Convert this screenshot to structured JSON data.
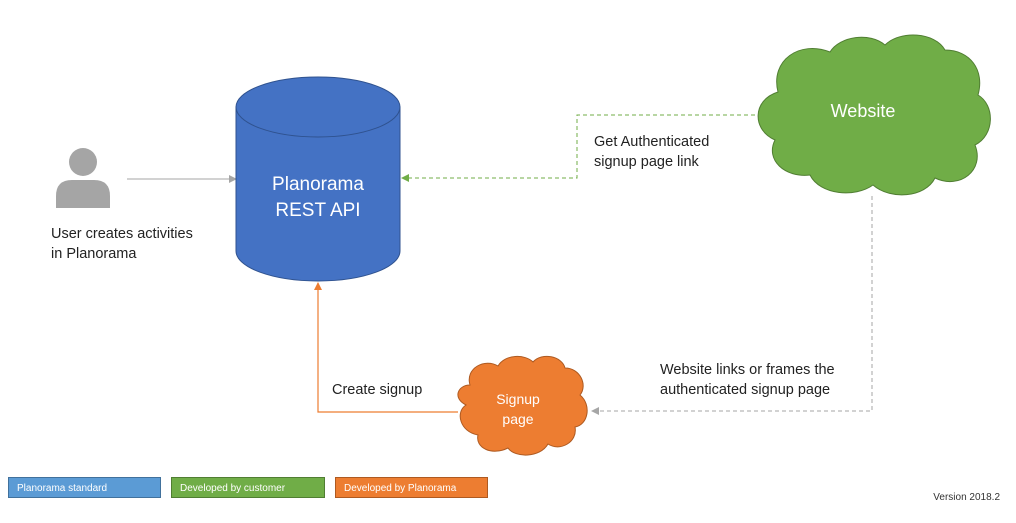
{
  "colors": {
    "blue": "#4472c4",
    "blue_border": "#2f528f",
    "green": "#70ad47",
    "green_border": "#507e32",
    "orange": "#ed7d31",
    "orange_border": "#ae5a21",
    "gray_icon": "#a5a5a5",
    "gray_line": "#a6a6a6",
    "legend_blue": "#5b9bd5"
  },
  "nodes": {
    "user": {
      "icon": "person-icon",
      "label_line1": "User creates activities",
      "label_line2": "in Planorama"
    },
    "api": {
      "shape": "cylinder",
      "label_line1": "Planorama",
      "label_line2": "REST API"
    },
    "website": {
      "shape": "cloud",
      "label": "Website"
    },
    "signup": {
      "shape": "cloud",
      "label_line1": "Signup",
      "label_line2": "page"
    }
  },
  "edges": {
    "user_to_api": {
      "style": "solid",
      "label": ""
    },
    "website_to_api": {
      "style": "dashed",
      "label_line1": "Get Authenticated",
      "label_line2": "signup page link"
    },
    "website_to_signup": {
      "style": "dashed",
      "label_line1": "Website links or frames the",
      "label_line2": "authenticated signup page"
    },
    "signup_to_api": {
      "style": "solid",
      "label": "Create signup"
    }
  },
  "legend": [
    {
      "label": "Planorama standard",
      "color": "#5b9bd5"
    },
    {
      "label": "Developed by customer",
      "color": "#70ad47"
    },
    {
      "label": "Developed by Planorama",
      "color": "#ed7d31"
    }
  ],
  "version": "Version 2018.2"
}
